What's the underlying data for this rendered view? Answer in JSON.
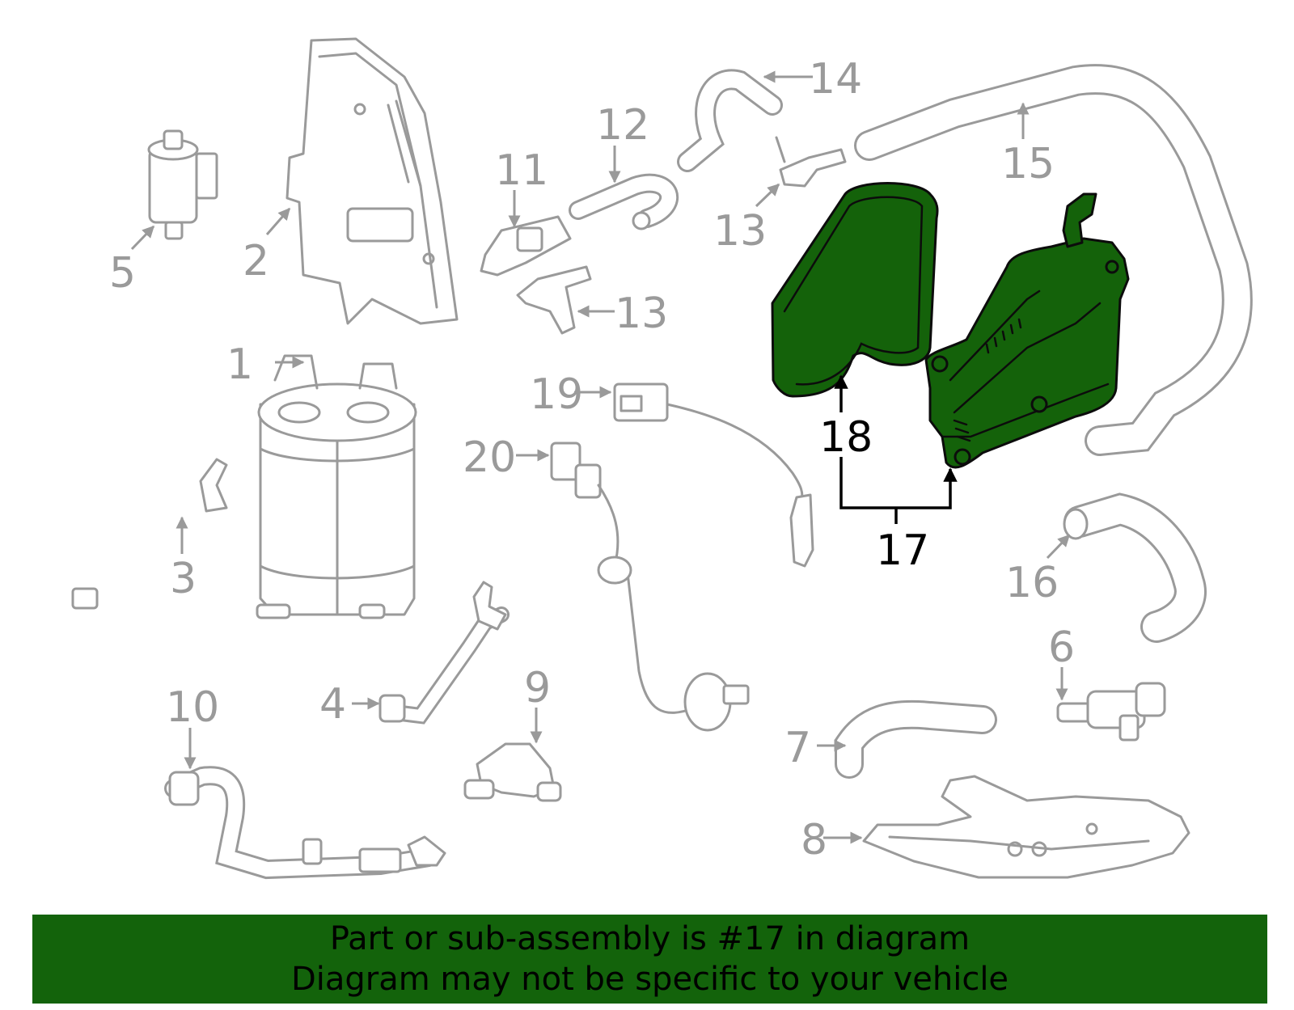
{
  "callouts": {
    "c1": "1",
    "c2": "2",
    "c3": "3",
    "c4": "4",
    "c5": "5",
    "c6": "6",
    "c7": "7",
    "c8": "8",
    "c9": "9",
    "c10": "10",
    "c11": "11",
    "c12": "12",
    "c13a": "13",
    "c13b": "13",
    "c14": "14",
    "c15": "15",
    "c16": "16",
    "c17": "17",
    "c18": "18",
    "c19": "19",
    "c20": "20"
  },
  "banner": {
    "line1": "Part or sub-assembly is #17 in diagram",
    "line2": "Diagram may not be specific to your vehicle"
  },
  "colors": {
    "highlight": "#14620a",
    "banner": "#13630b",
    "part_outline": "#9a9a9a"
  },
  "highlighted_part": "17"
}
